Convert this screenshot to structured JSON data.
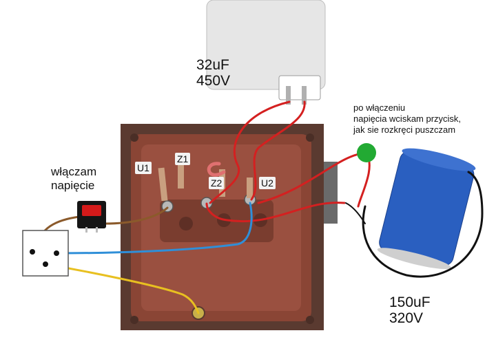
{
  "labels": {
    "cap_run_value": "32uF",
    "cap_run_voltage": "450V",
    "cap_start_value": "150uF",
    "cap_start_voltage": "320V",
    "switch_note_line1": "włączam",
    "switch_note_line2": "napięcie",
    "button_note_line1": "po włączeniu",
    "button_note_line2": "napięcia wciskam przycisk,",
    "button_note_line3": "jak sie rozkręci puszczam"
  },
  "terminals": {
    "u1": "U1",
    "z1": "Z1",
    "z2": "Z2",
    "u2": "U2"
  },
  "colors": {
    "motor_box": "#8a4535",
    "wire_red": "#d42020",
    "wire_brown": "#8b5a2b",
    "wire_blue": "#2f8fd8",
    "wire_yellow": "#e8c020",
    "wire_black": "#111111",
    "button_green": "#22aa33",
    "cap_blue": "#2a5fc0",
    "cap_white": "#e6e6e6"
  }
}
